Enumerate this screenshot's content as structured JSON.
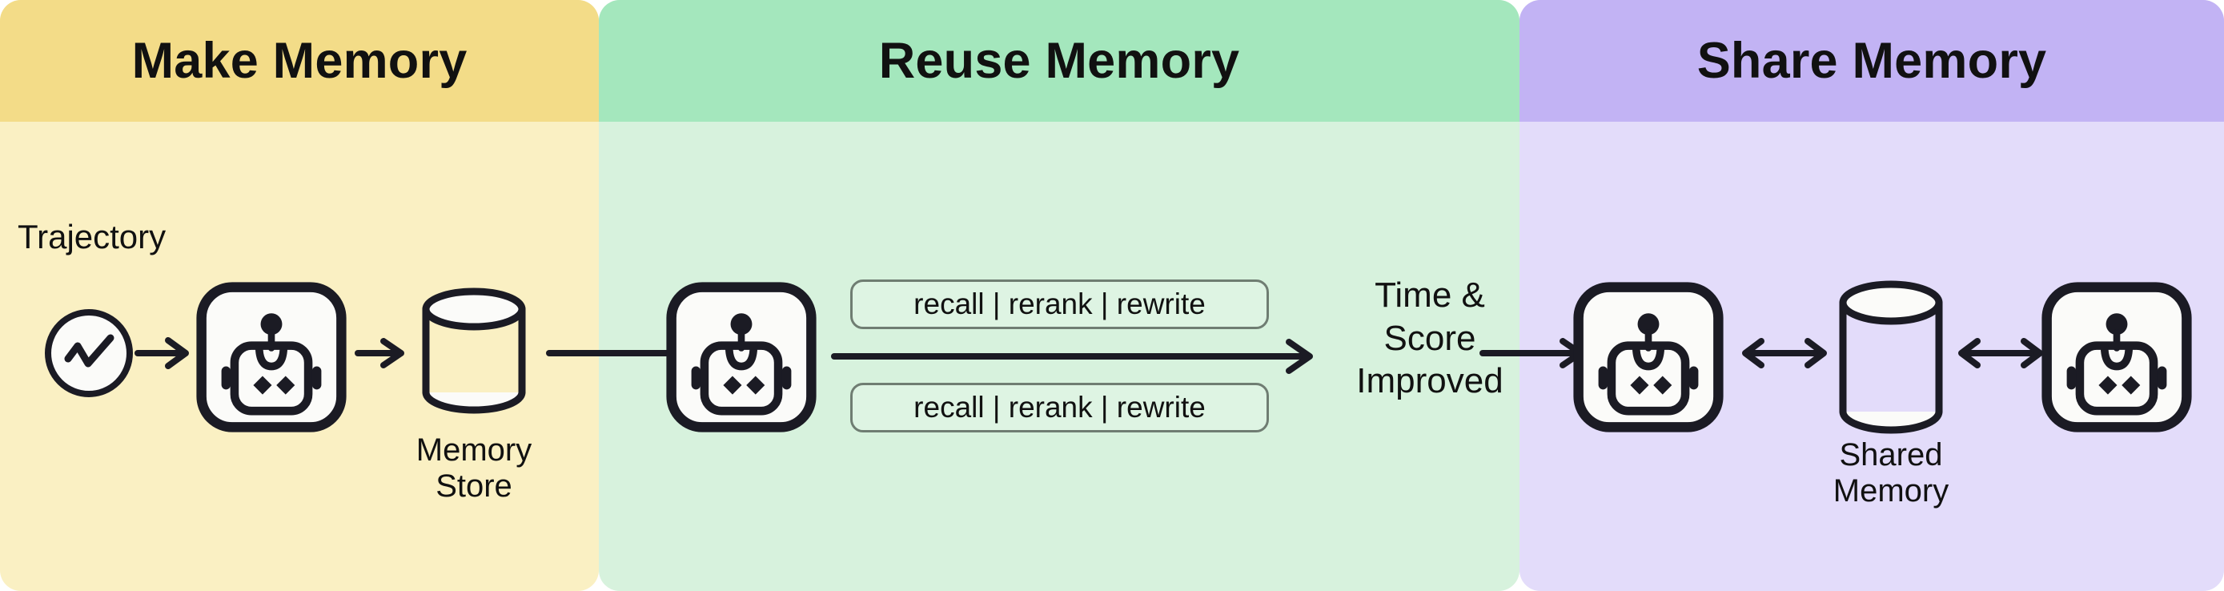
{
  "bands": [
    {
      "id": "make",
      "title": "Make Memory",
      "header_color": "#F3DC88",
      "body_color": "#FAF0C3"
    },
    {
      "id": "reuse",
      "title": "Reuse Memory",
      "header_color": "#A4E7BD",
      "body_color": "#D7F2DD"
    },
    {
      "id": "share",
      "title": "Share Memory",
      "header_color": "#C2B3F4",
      "body_color": "#E3DCFA"
    }
  ],
  "make": {
    "trajectory_label": "Trajectory",
    "trajectory_icon": "line-chart-circle-icon",
    "agent_icon": "robot-icon",
    "store_icon": "database-cylinder-icon",
    "store_label": "Memory\nStore",
    "arrow_1": "arrow-right-icon",
    "arrow_2": "arrow-right-icon",
    "arrow_3": "arrow-right-icon"
  },
  "reuse": {
    "agent_icon": "robot-icon",
    "op_pill_top": "recall | rerank | rewrite",
    "op_pill_bottom": "recall | rerank | rewrite",
    "flow_arrow": "arrow-right-long-icon",
    "outcome_label": "Time &\nScore\nImproved",
    "arrow_to_share": "arrow-right-icon"
  },
  "share": {
    "agent_left_icon": "robot-icon",
    "agent_right_icon": "robot-icon",
    "shared_store_icon": "database-cylinder-icon",
    "shared_label": "Shared\nMemory",
    "arrow_left": "arrow-left-right-icon",
    "arrow_right": "arrow-left-right-icon"
  },
  "colors": {
    "stroke": "#1b1b24",
    "text": "#111111",
    "pill_border": "#6f7d72",
    "tile_fill": "#fbfbf9"
  }
}
